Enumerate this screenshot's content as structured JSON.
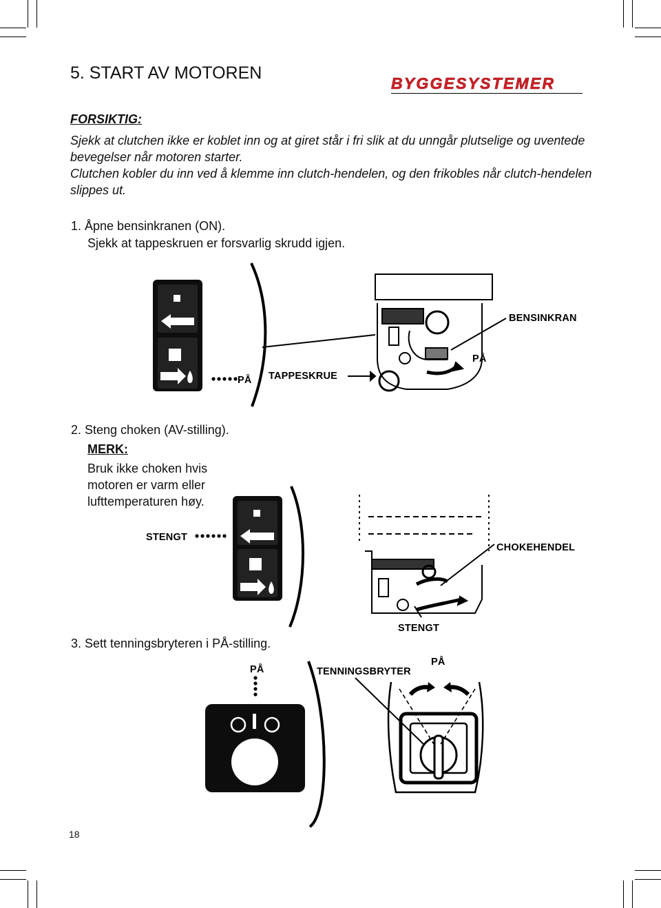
{
  "page": {
    "title": "5. START AV MOTOREN",
    "brand": "BYGGESYSTEMER",
    "page_number": "18"
  },
  "caution": {
    "heading": "FORSIKTIG:",
    "paragraph_1": "Sjekk at clutchen ikke er koblet inn og at giret står i fri slik at du unngår plutselige og uventede bevegelser når motoren starter.",
    "paragraph_2": "Clutchen kobler du inn ved å klemme inn clutch-hendelen, og den frikobles når clutch-hendelen slippes ut."
  },
  "step1": {
    "line_1": "1. Åpne bensinkranen (ON).",
    "line_2": "Sjekk at tappeskruen er forsvarlig skrudd igjen.",
    "label_on_left": "PÅ",
    "label_drain_screw": "TAPPESKRUE",
    "label_fuel_valve": "BENSINKRAN",
    "label_on_right": "PÅ"
  },
  "step2": {
    "line_1": "2. Steng choken (AV-stilling).",
    "note_heading": "MERK:",
    "note_1": "Bruk ikke choken hvis",
    "note_2": "motoren er varm eller",
    "note_3": "lufttemperaturen høy.",
    "label_closed_left": "STENGT",
    "label_choke_lever": "CHOKEHENDEL",
    "label_closed_bottom": "STENGT"
  },
  "step3": {
    "line_1": "3. Sett tenningsbryteren i PÅ-stilling.",
    "label_on_left": "PÅ",
    "label_ignition_switch": "TENNINGSBRYTER",
    "label_on_right": "PÅ"
  }
}
